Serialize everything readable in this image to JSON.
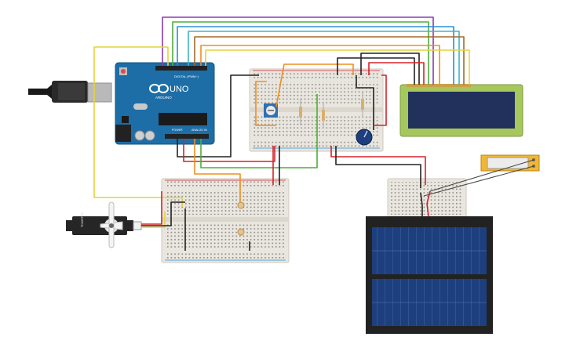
{
  "arduino": {
    "brand": "ARDUINO",
    "model": "UNO",
    "pin_header_digital": "DIGITAL (PWM~)",
    "pin_header_power": "POWER",
    "pin_header_analog": "ANALOG IN"
  },
  "servo": {
    "brand": "TowerPro"
  },
  "lcd": {
    "text": ""
  },
  "colors": {
    "board": "#1d6ea7",
    "board_dark": "#125482",
    "breadboard": "#e9e6df",
    "lcd_bezel": "#a5c75c",
    "lcd_screen": "#22305c",
    "solar_frame": "#222222",
    "solar_cell": "#1d3f7d",
    "wire_red": "#d6222a",
    "wire_black": "#222222",
    "wire_yellow": "#e4d33c",
    "wire_green": "#4caf38",
    "wire_orange": "#f08d1f",
    "wire_purple": "#8a3bb0",
    "wire_blue": "#2a8fd6",
    "wire_cyan": "#39b6c8",
    "wire_brown": "#a36a2d"
  }
}
